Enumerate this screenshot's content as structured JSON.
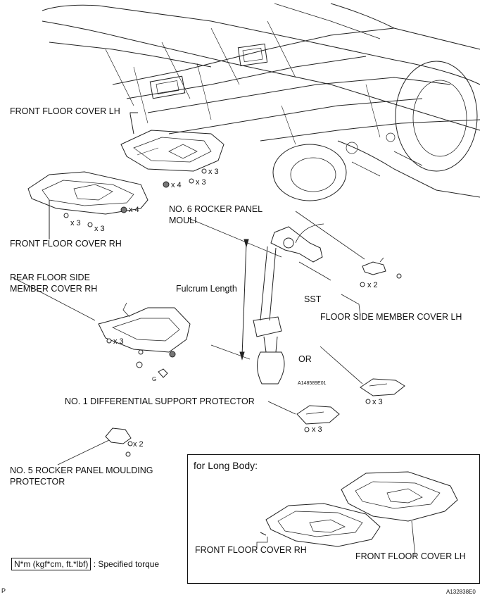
{
  "labels": {
    "front_floor_cover_lh": "FRONT FLOOR COVER LH",
    "front_floor_cover_rh": "FRONT FLOOR COVER RH",
    "rear_floor_side_member_cover_rh_1": "REAR FLOOR SIDE",
    "rear_floor_side_member_cover_rh_2": "MEMBER COVER RH",
    "no6_rocker_1": "NO. 6 ROCKER PANEL",
    "no6_rocker_2": "MOULI",
    "fulcrum_length": "Fulcrum Length",
    "sst": "SST",
    "floor_side_member_cover_lh": "FLOOR SIDE MEMBER COVER LH",
    "or_fragment": "OR",
    "no1_diff": "NO. 1 DIFFERENTIAL SUPPORT PROTECTOR",
    "no5_rocker_1": "NO. 5 ROCKER PANEL MOULDING",
    "no5_rocker_2": "PROTECTOR",
    "inset_code": "A148589E01",
    "g_mark": "G"
  },
  "quantities": {
    "x2": "x 2",
    "x3": "x 3",
    "x4": "x 4"
  },
  "long_body": {
    "title": "for Long Body:",
    "rh_label": "FRONT FLOOR COVER RH",
    "lh_label": "FRONT FLOOR COVER LH"
  },
  "torque_legend": {
    "unit": "N*m (kgf*cm, ft.*lbf)",
    "text": ": Specified torque"
  },
  "footer": {
    "left": "P",
    "code": "A132838E0"
  }
}
